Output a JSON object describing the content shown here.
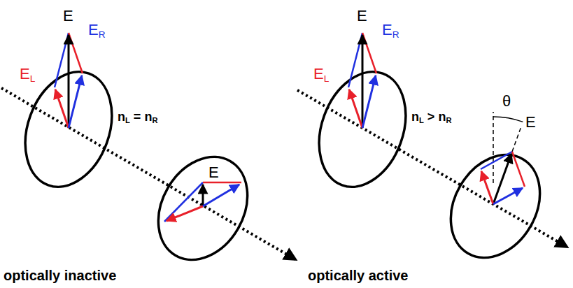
{
  "diagram": {
    "labels": [
      "E",
      "EL",
      "ER",
      "nL = nR",
      "E",
      "optically inactive",
      "E",
      "EL",
      "ER",
      "nL > nR",
      "θ",
      "E",
      "optically active"
    ]
  }
}
